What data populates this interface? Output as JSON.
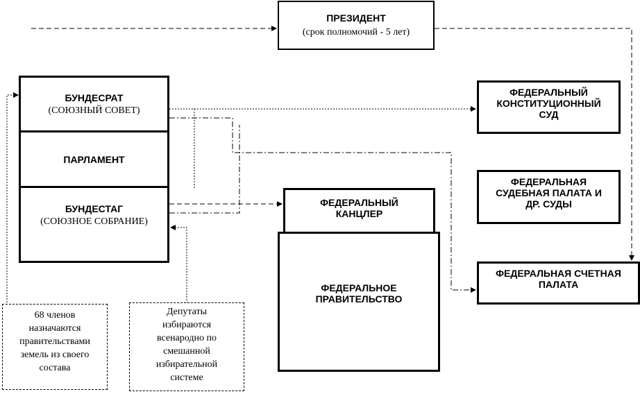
{
  "president": {
    "title": "ПРЕЗИДЕНТ",
    "subtitle": "(срок полномочий - 5 лет)"
  },
  "parliament": {
    "bundesrat": {
      "title": "БУНДЕСРАТ",
      "subtitle": "(СОЮЗНЫЙ СОВЕТ)"
    },
    "label": "ПАРЛАМЕНТ",
    "bundestag": {
      "title": "БУНДЕСТАГ",
      "subtitle": "(СОЮЗНОЕ СОБРАНИЕ)"
    }
  },
  "constitutional_court": [
    "ФЕДЕРАЛЬНЫЙ",
    "КОНСТИТУЦИОННЫЙ",
    "СУД"
  ],
  "judicial_chamber": [
    "ФЕДЕРАЛЬНАЯ",
    "СУДЕБНАЯ ПАЛАТА И",
    "ДР. СУДЫ"
  ],
  "audit_chamber": [
    "ФЕДЕРАЛЬНАЯ СЧЕТНАЯ",
    "ПАЛАТА"
  ],
  "chancellor": [
    "ФЕДЕРАЛЬНЫЙ",
    "КАНЦЛЕР"
  ],
  "government": [
    "ФЕДЕРАЛЬНОЕ",
    "ПРАВИТЕЛЬСТВО"
  ],
  "notes": {
    "bundesrat_members": [
      "68 членов",
      "назначаются",
      "правительствами",
      "земель из своего",
      "состава"
    ],
    "bundestag_deputies": [
      "Депутаты",
      "избираются",
      "всенародно по",
      "смешанной",
      "избирательной",
      "системе"
    ]
  }
}
